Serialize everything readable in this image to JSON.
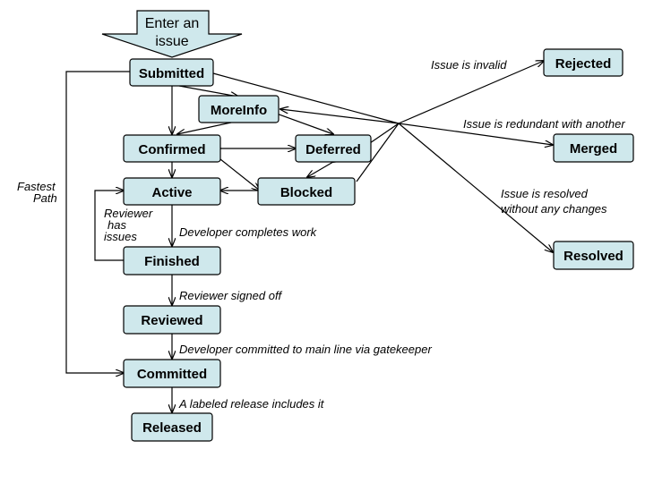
{
  "entry": {
    "line1": "Enter an",
    "line2": "issue"
  },
  "nodes": {
    "submitted": "Submitted",
    "moreinfo": "MoreInfo",
    "confirmed": "Confirmed",
    "deferred": "Deferred",
    "active": "Active",
    "blocked": "Blocked",
    "finished": "Finished",
    "reviewed": "Reviewed",
    "committed": "Committed",
    "released": "Released",
    "rejected": "Rejected",
    "merged": "Merged",
    "resolved": "Resolved"
  },
  "labels": {
    "invalid": "Issue is invalid",
    "redundant": "Issue is redundant with another",
    "resolved_1": "Issue is resolved",
    "resolved_2": "without any changes",
    "fastest_1": "Fastest",
    "fastest_2": "Path",
    "reviewer_1": "Reviewer",
    "reviewer_2": "has",
    "reviewer_3": "issues",
    "dev_completes": "Developer completes work",
    "reviewer_signed": "Reviewer signed off",
    "dev_committed": "Developer committed to main line via gatekeeper",
    "release_includes": "A labeled release includes it"
  }
}
